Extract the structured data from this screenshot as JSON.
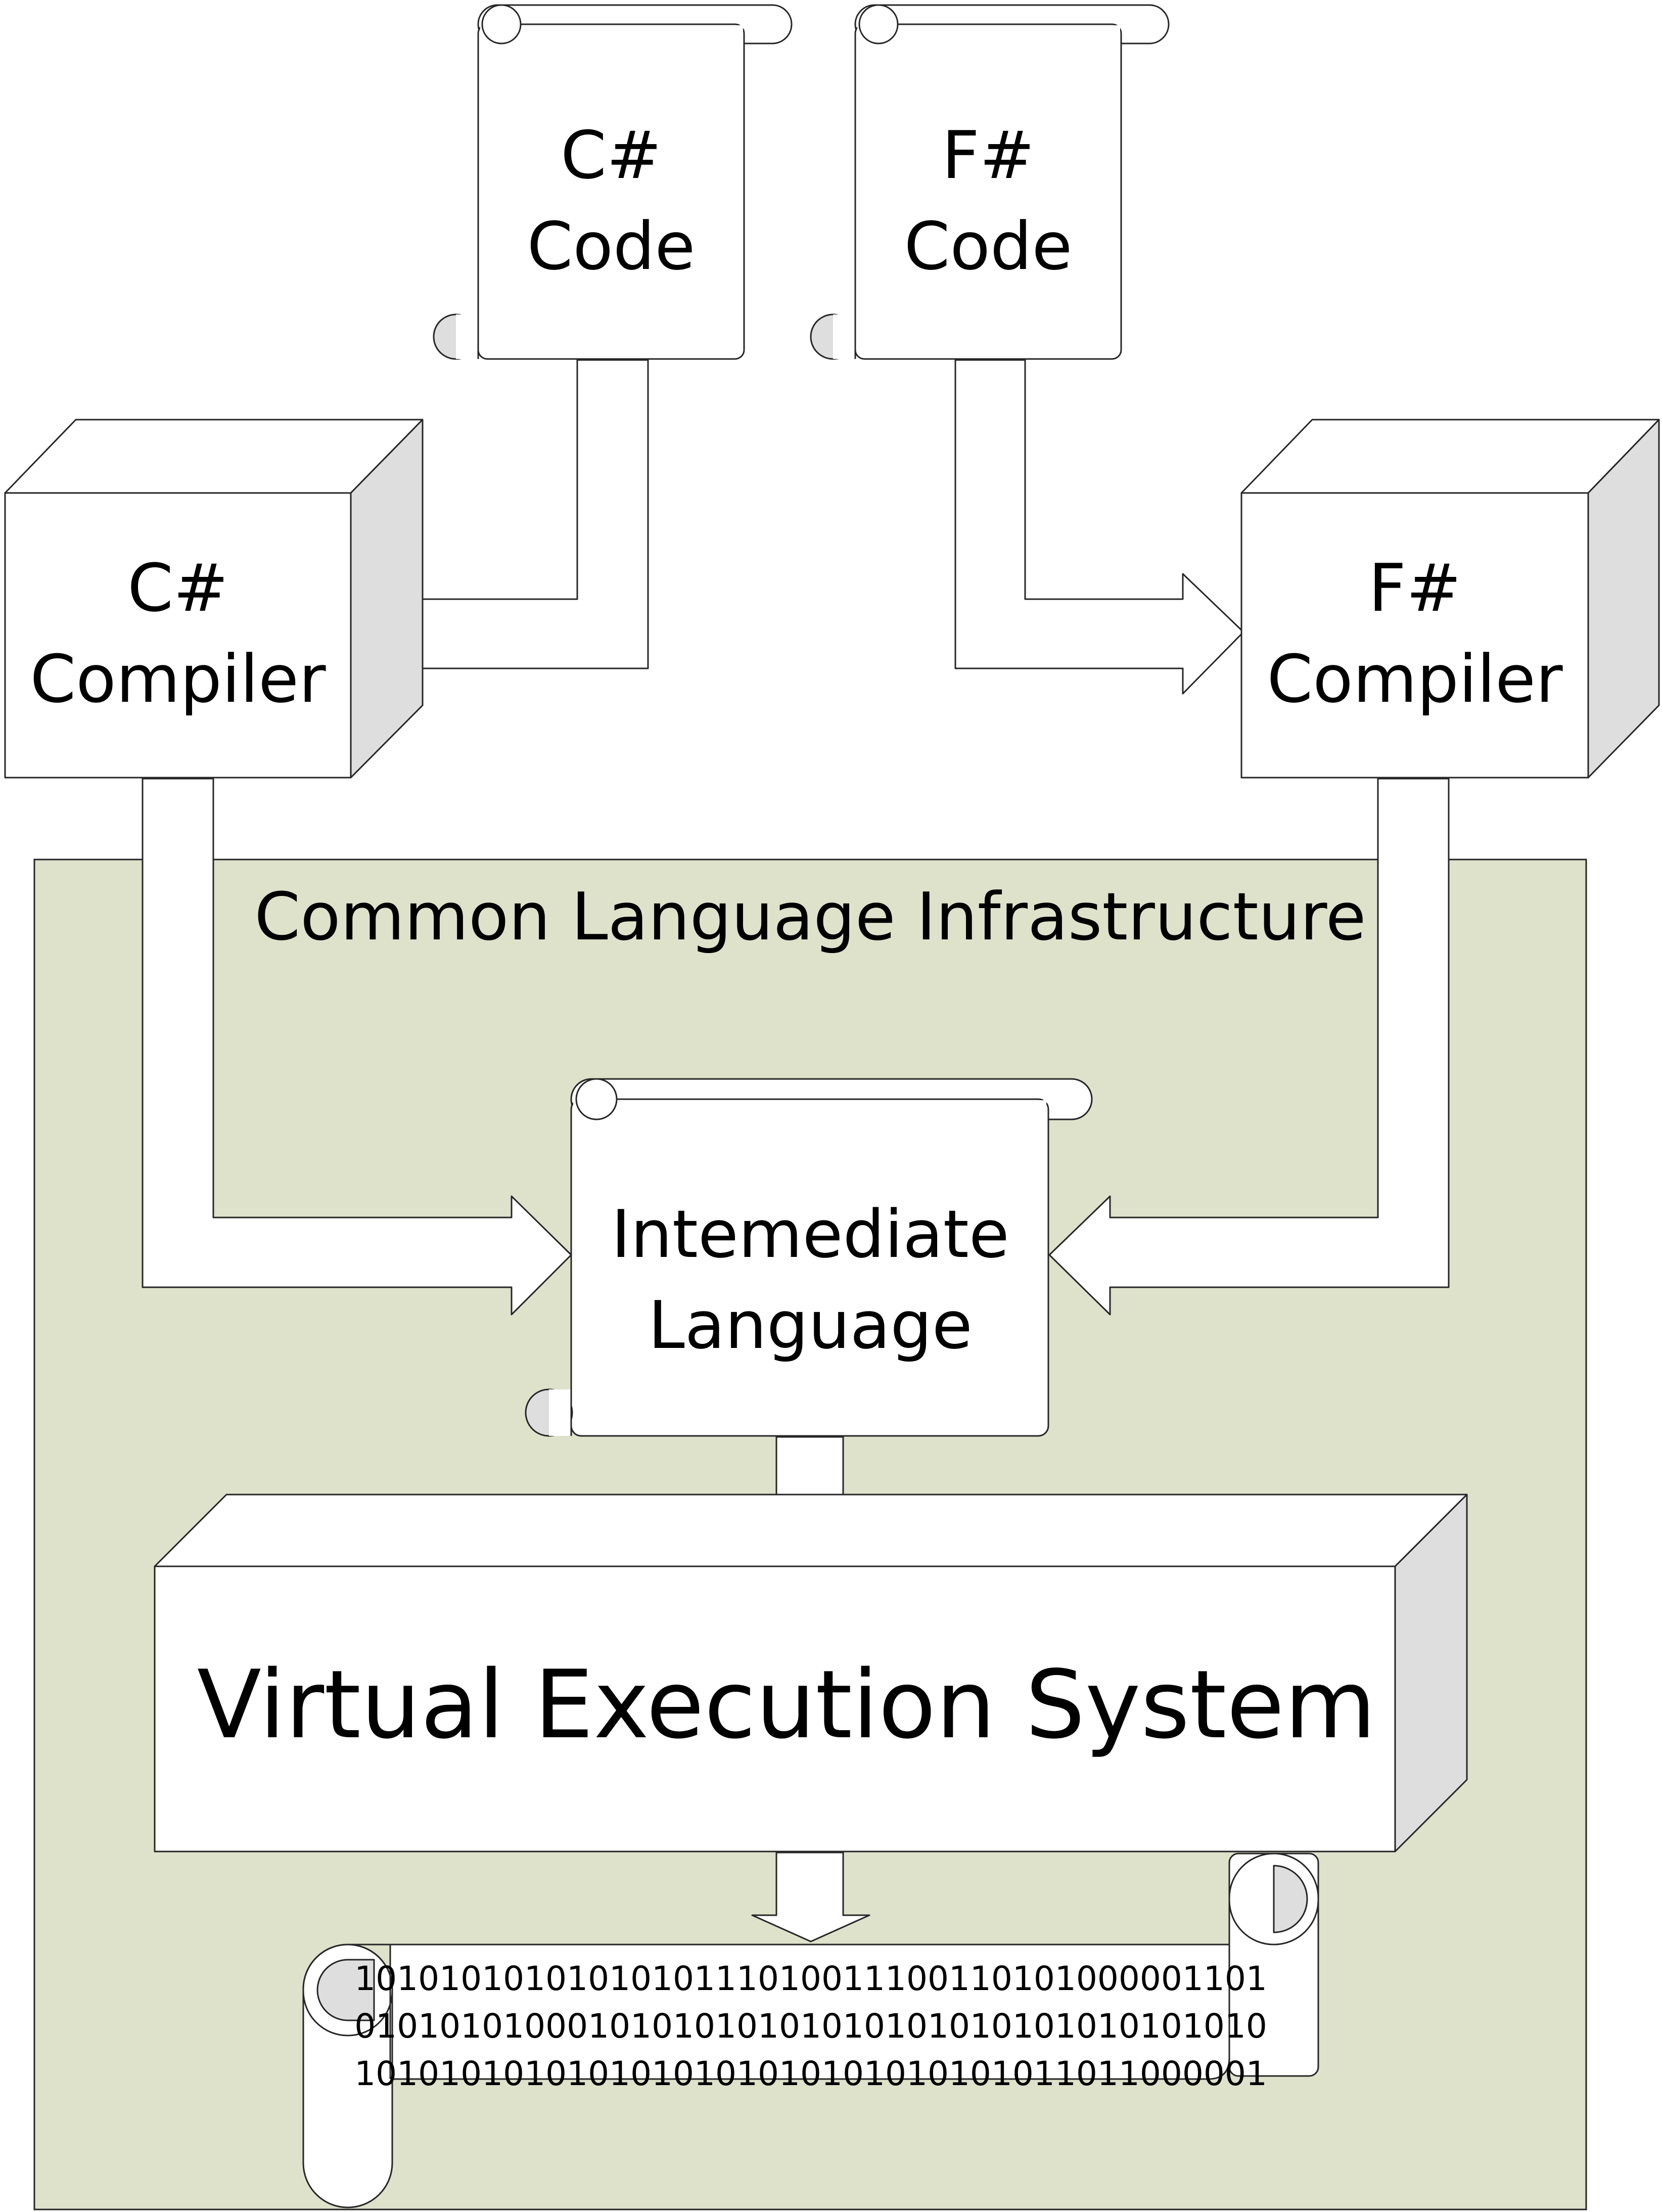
{
  "cli": {
    "label": "Common Language Infrastructure",
    "fill": "#dee2cb"
  },
  "csharp_code": {
    "line1": "C#",
    "line2": "Code"
  },
  "fsharp_code": {
    "line1": "F#",
    "line2": "Code"
  },
  "csharp_compiler": {
    "line1": "C#",
    "line2": "Compiler"
  },
  "fsharp_compiler": {
    "line1": "F#",
    "line2": "Compiler"
  },
  "il": {
    "line1": "Intemediate",
    "line2": "Language"
  },
  "ves": {
    "label": "Virtual Execution System"
  },
  "machine_code": {
    "lines": [
      "1010101010101010111010011100110101000001101",
      "0101010100010101010101010101010101010101010",
      "1010101010101010101010101010101011011000001"
    ]
  },
  "colors": {
    "stroke": "#262626",
    "box_fill": "#ffffff",
    "side_shade": "#dedede"
  },
  "icons": [
    "scroll-icon",
    "cube-icon",
    "arrow-icon"
  ]
}
